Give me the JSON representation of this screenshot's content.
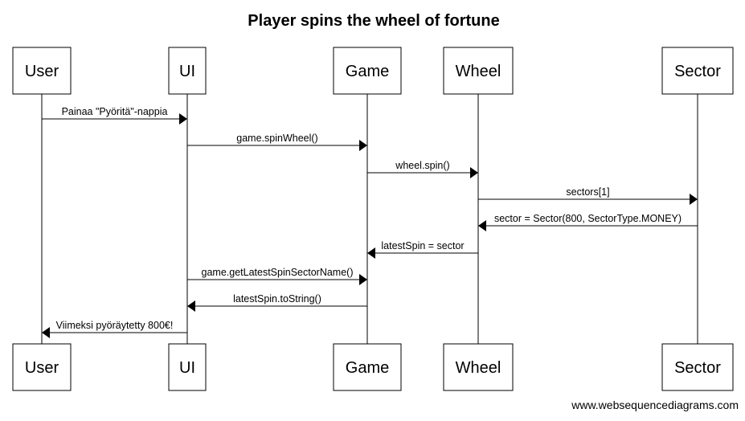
{
  "diagram": {
    "title": "Player spins the wheel of fortune",
    "footer": "www.websequencediagrams.com",
    "participants": [
      {
        "id": "user",
        "label": "User"
      },
      {
        "id": "ui",
        "label": "UI"
      },
      {
        "id": "game",
        "label": "Game"
      },
      {
        "id": "wheel",
        "label": "Wheel"
      },
      {
        "id": "sector",
        "label": "Sector"
      }
    ],
    "messages": [
      {
        "from": "user",
        "to": "ui",
        "label": "Painaa \"Pyöritä\"-nappia"
      },
      {
        "from": "ui",
        "to": "game",
        "label": "game.spinWheel()"
      },
      {
        "from": "game",
        "to": "wheel",
        "label": "wheel.spin()"
      },
      {
        "from": "wheel",
        "to": "sector",
        "label": "sectors[1]"
      },
      {
        "from": "sector",
        "to": "wheel",
        "label": "sector = Sector(800, SectorType.MONEY)"
      },
      {
        "from": "wheel",
        "to": "game",
        "label": "latestSpin = sector"
      },
      {
        "from": "ui",
        "to": "game",
        "label": "game.getLatestSpinSectorName()"
      },
      {
        "from": "game",
        "to": "ui",
        "label": "latestSpin.toString()"
      },
      {
        "from": "ui",
        "to": "user",
        "label": "Viimeksi pyöräytetty 800€!"
      }
    ]
  }
}
